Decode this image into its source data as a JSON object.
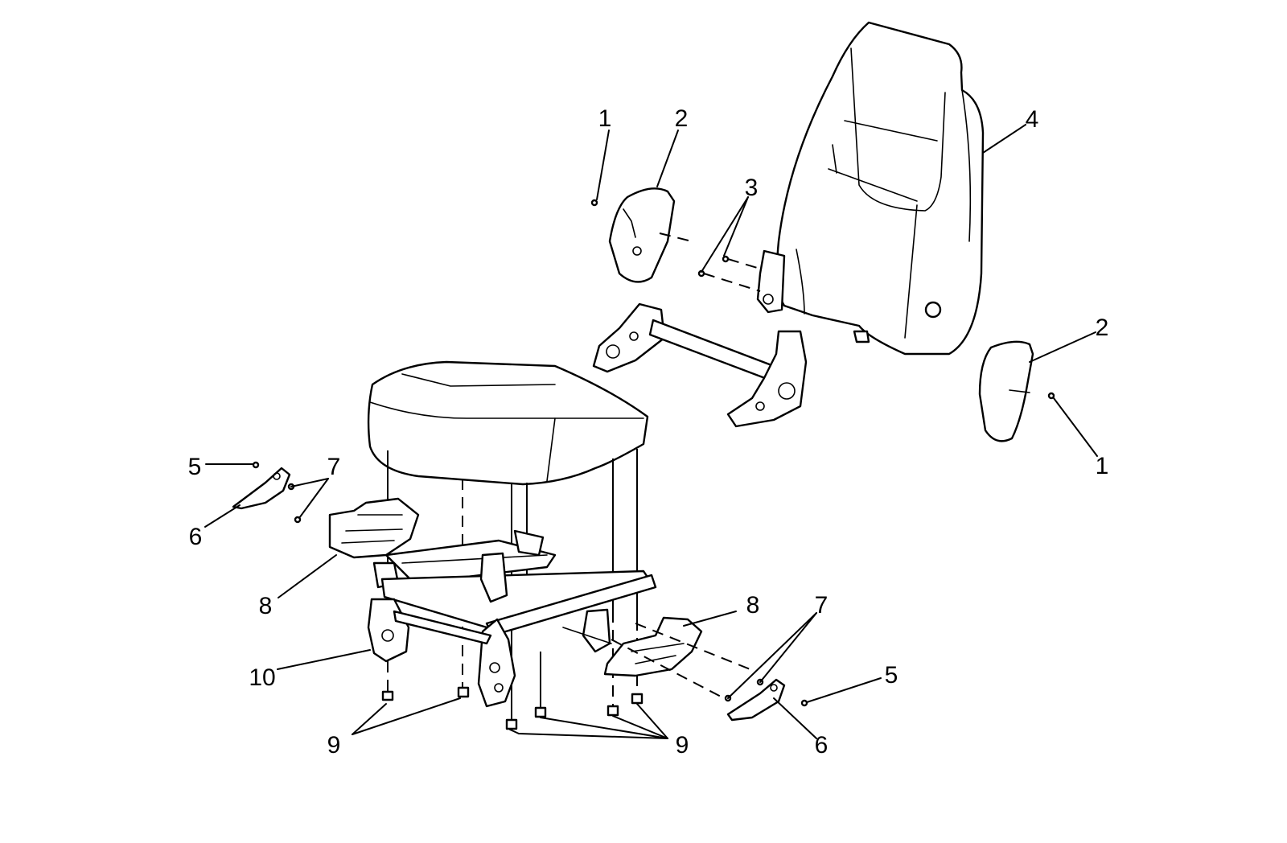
{
  "colors": {
    "line": "#000000",
    "background": "#ffffff"
  },
  "callouts": [
    {
      "id": "c1a",
      "text": "1"
    },
    {
      "id": "c2a",
      "text": "2"
    },
    {
      "id": "c3",
      "text": "3"
    },
    {
      "id": "c4",
      "text": "4"
    },
    {
      "id": "c2b",
      "text": "2"
    },
    {
      "id": "c1b",
      "text": "1"
    },
    {
      "id": "c5a",
      "text": "5"
    },
    {
      "id": "c7a",
      "text": "7"
    },
    {
      "id": "c6a",
      "text": "6"
    },
    {
      "id": "c8a",
      "text": "8"
    },
    {
      "id": "c10",
      "text": "10"
    },
    {
      "id": "c9a",
      "text": "9"
    },
    {
      "id": "c8b",
      "text": "8"
    },
    {
      "id": "c7b",
      "text": "7"
    },
    {
      "id": "c5b",
      "text": "5"
    },
    {
      "id": "c6b",
      "text": "6"
    },
    {
      "id": "c9b",
      "text": "9"
    }
  ]
}
